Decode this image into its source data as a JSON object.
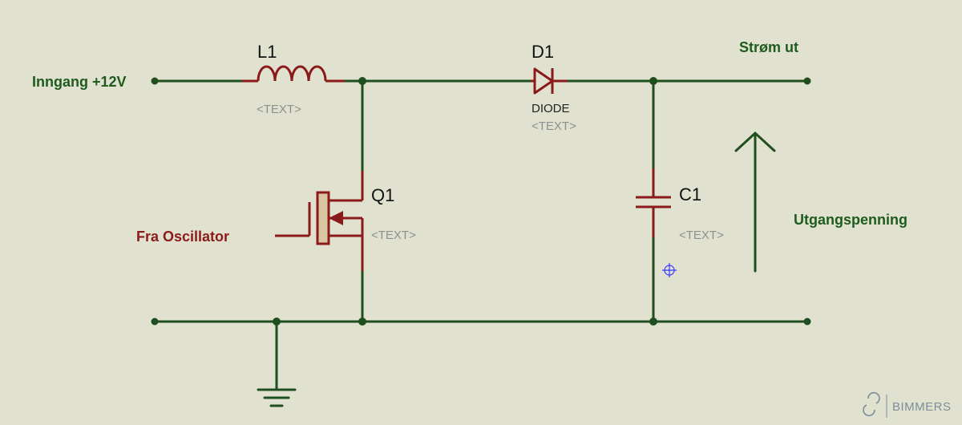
{
  "labels": {
    "input": "Inngang +12V",
    "output": "Strøm ut",
    "output_voltage": "Utgangspenning",
    "gate_signal": "Fra Oscillator"
  },
  "components": {
    "inductor": {
      "ref": "L1",
      "text": "<TEXT>"
    },
    "diode": {
      "ref": "D1",
      "value": "DIODE",
      "text": "<TEXT>"
    },
    "mosfet": {
      "ref": "Q1",
      "text": "<TEXT>"
    },
    "capacitor": {
      "ref": "C1",
      "text": "<TEXT>"
    }
  },
  "watermark": {
    "text": "BIMMERS"
  },
  "colors": {
    "background": "#e1e1cf",
    "wire": "#1f4f1f",
    "component": "#8b1a1a",
    "label": "#1e5c1e",
    "placeholder": "#8f8f8f",
    "marker": "#3a3aff"
  }
}
